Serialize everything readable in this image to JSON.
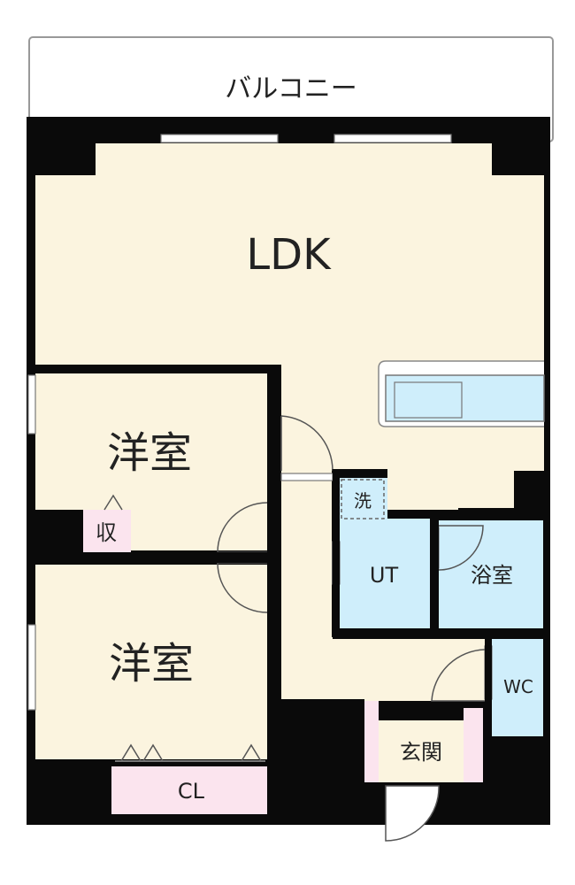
{
  "plan": {
    "balcony": "バルコニー",
    "living": "LDK",
    "bedroom_upper": "洋室",
    "bedroom_lower": "洋室",
    "storage": "収",
    "closet": "CL",
    "washer": "洗",
    "utility": "UT",
    "bath": "浴室",
    "toilet": "WC",
    "entrance": "玄関"
  },
  "colors": {
    "wall": "#0a0a0a",
    "room_floor": "#fbf4df",
    "wet_area": "#cfeefb",
    "storage": "#fbe4ee",
    "balcony": "#ffffff",
    "outline": "#999999"
  }
}
